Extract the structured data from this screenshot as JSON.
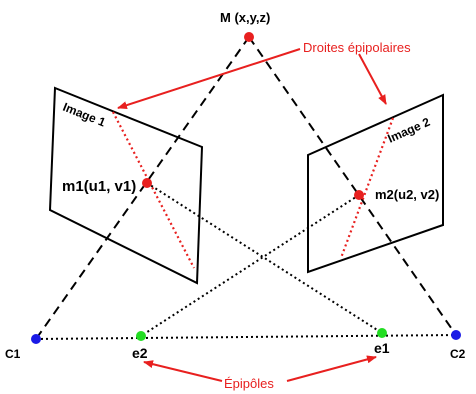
{
  "point_M": {
    "label": "M (x,y,z)"
  },
  "camera_1": {
    "label": "C1"
  },
  "camera_2": {
    "label": "C2"
  },
  "image_1": {
    "label": "Image 1"
  },
  "image_2": {
    "label": "Image 2"
  },
  "point_m1": {
    "name": "m1",
    "coords": "(u1, v1)"
  },
  "point_m2": {
    "name": "m2",
    "coords": "(u2, v2)"
  },
  "epipole_1": {
    "label": "e1"
  },
  "epipole_2": {
    "label": "e2"
  },
  "annotation_lines": {
    "label": "Droites épipolaires"
  },
  "annotation_epipoles": {
    "label": "Épipôles"
  },
  "colors": {
    "projection_point": "#e8201f",
    "epipole": "#22dd22",
    "camera_center": "#1a1ae6",
    "annotation": "#e8201f"
  }
}
